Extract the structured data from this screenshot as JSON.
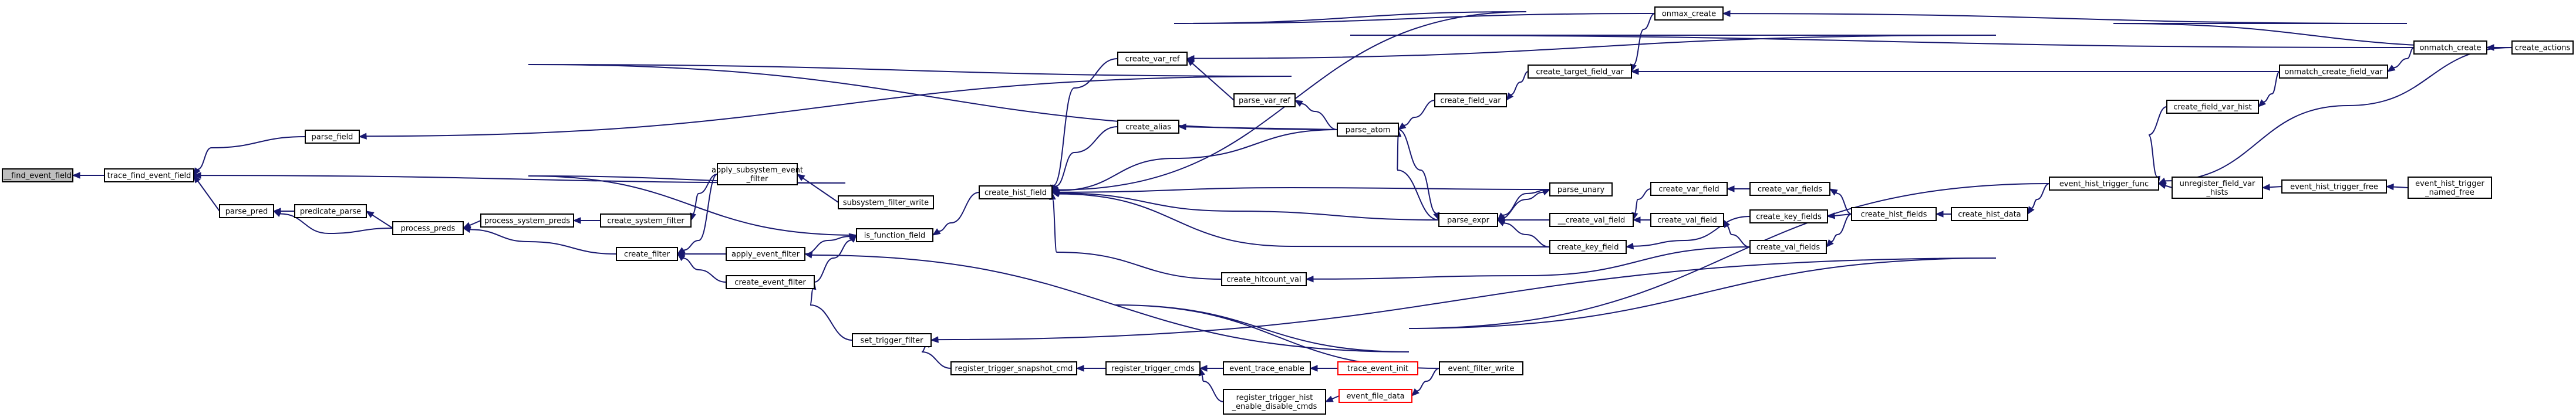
{
  "graph": {
    "nodes": [
      {
        "id": "n0",
        "label": [
          "__find_event_field"
        ],
        "style": "root"
      },
      {
        "id": "n1",
        "label": [
          "trace_find_event_field"
        ]
      },
      {
        "id": "n2",
        "label": [
          "parse_field"
        ]
      },
      {
        "id": "n3",
        "label": [
          "parse_pred"
        ]
      },
      {
        "id": "n4",
        "label": [
          "predicate_parse"
        ]
      },
      {
        "id": "n5",
        "label": [
          "process_preds"
        ]
      },
      {
        "id": "n6",
        "label": [
          "process_system_preds"
        ]
      },
      {
        "id": "n7",
        "label": [
          "create_system_filter"
        ]
      },
      {
        "id": "n8",
        "label": [
          "create_filter"
        ]
      },
      {
        "id": "n9",
        "label": [
          "apply_subsystem_event",
          "_filter"
        ]
      },
      {
        "id": "n10",
        "label": [
          "subsystem_filter_write"
        ]
      },
      {
        "id": "n11",
        "label": [
          "is_function_field"
        ]
      },
      {
        "id": "n12",
        "label": [
          "apply_event_filter"
        ]
      },
      {
        "id": "n13",
        "label": [
          "create_event_filter"
        ]
      },
      {
        "id": "n14",
        "label": [
          "set_trigger_filter"
        ]
      },
      {
        "id": "n15",
        "label": [
          "register_trigger_snapshot_cmd"
        ]
      },
      {
        "id": "n16",
        "label": [
          "register_trigger_cmds"
        ]
      },
      {
        "id": "n17",
        "label": [
          "event_trace_enable"
        ]
      },
      {
        "id": "n18",
        "label": [
          "trace_event_init"
        ],
        "style": "red"
      },
      {
        "id": "n19",
        "label": [
          "register_trigger_hist",
          "_enable_disable_cmds"
        ]
      },
      {
        "id": "n20",
        "label": [
          "event_filter_write"
        ]
      },
      {
        "id": "n21",
        "label": [
          "event_file_data"
        ],
        "style": "red"
      },
      {
        "id": "n22",
        "label": [
          "create_hist_field"
        ]
      },
      {
        "id": "n23",
        "label": [
          "create_var_ref"
        ]
      },
      {
        "id": "n24",
        "label": [
          "create_alias"
        ]
      },
      {
        "id": "n25",
        "label": [
          "parse_var_ref"
        ]
      },
      {
        "id": "n26",
        "label": [
          "parse_atom"
        ]
      },
      {
        "id": "n27",
        "label": [
          "onmax_create"
        ]
      },
      {
        "id": "n28",
        "label": [
          "create_field_var"
        ]
      },
      {
        "id": "n29",
        "label": [
          "create_target_field_var"
        ]
      },
      {
        "id": "n30",
        "label": [
          "parse_unary"
        ]
      },
      {
        "id": "n31",
        "label": [
          "parse_expr"
        ]
      },
      {
        "id": "n32",
        "label": [
          "__create_val_field"
        ]
      },
      {
        "id": "n33",
        "label": [
          "create_key_field"
        ]
      },
      {
        "id": "n34",
        "label": [
          "create_var_field"
        ]
      },
      {
        "id": "n35",
        "label": [
          "create_val_field"
        ]
      },
      {
        "id": "n36",
        "label": [
          "create_var_fields"
        ]
      },
      {
        "id": "n37",
        "label": [
          "create_key_fields"
        ]
      },
      {
        "id": "n38",
        "label": [
          "create_val_fields"
        ]
      },
      {
        "id": "n39",
        "label": [
          "create_hist_fields"
        ]
      },
      {
        "id": "n40",
        "label": [
          "create_hist_data"
        ]
      },
      {
        "id": "n41",
        "label": [
          "create_hitcount_val"
        ]
      },
      {
        "id": "n42",
        "label": [
          "event_hist_trigger_func"
        ]
      },
      {
        "id": "n43",
        "label": [
          "create_field_var_hist"
        ]
      },
      {
        "id": "n44",
        "label": [
          "onmatch_create_field_var"
        ]
      },
      {
        "id": "n45",
        "label": [
          "onmatch_create"
        ]
      },
      {
        "id": "n46",
        "label": [
          "create_actions"
        ]
      },
      {
        "id": "n47",
        "label": [
          "unregister_field_var",
          "_hists"
        ]
      },
      {
        "id": "n48",
        "label": [
          "event_hist_trigger_free"
        ]
      },
      {
        "id": "n49",
        "label": [
          "event_hist_trigger",
          "_named_free"
        ]
      }
    ],
    "edges": [
      {
        "from": "n1",
        "to": "n0"
      },
      {
        "from": "n2",
        "to": "n1"
      },
      {
        "from": "n3",
        "to": "n1"
      },
      {
        "from": "n11",
        "to": "n1"
      },
      {
        "from": "n26",
        "to": "n2"
      },
      {
        "from": "n4",
        "to": "n3"
      },
      {
        "from": "n5",
        "to": "n3"
      },
      {
        "from": "n5",
        "to": "n4"
      },
      {
        "from": "n6",
        "to": "n5"
      },
      {
        "from": "n8",
        "to": "n5"
      },
      {
        "from": "n7",
        "to": "n6"
      },
      {
        "from": "n9",
        "to": "n7"
      },
      {
        "from": "n9",
        "to": "n8"
      },
      {
        "from": "n12",
        "to": "n8"
      },
      {
        "from": "n13",
        "to": "n8"
      },
      {
        "from": "n10",
        "to": "n9"
      },
      {
        "from": "n22",
        "to": "n11"
      },
      {
        "from": "n12",
        "to": "n11"
      },
      {
        "from": "n13",
        "to": "n11"
      },
      {
        "from": "n20",
        "to": "n12"
      },
      {
        "from": "n14",
        "to": "n13"
      },
      {
        "from": "n15",
        "to": "n14"
      },
      {
        "from": "n42",
        "to": "n14"
      },
      {
        "from": "n16",
        "to": "n15"
      },
      {
        "from": "n17",
        "to": "n16"
      },
      {
        "from": "n19",
        "to": "n16"
      },
      {
        "from": "n18",
        "to": "n17"
      },
      {
        "from": "n21",
        "to": "n19"
      },
      {
        "from": "n20",
        "to": "n21"
      },
      {
        "from": "n27",
        "to": "n22"
      },
      {
        "from": "n23",
        "to": "n22"
      },
      {
        "from": "n24",
        "to": "n22"
      },
      {
        "from": "n26",
        "to": "n22"
      },
      {
        "from": "n31",
        "to": "n22"
      },
      {
        "from": "n30",
        "to": "n22"
      },
      {
        "from": "n33",
        "to": "n22"
      },
      {
        "from": "n41",
        "to": "n22"
      },
      {
        "from": "n25",
        "to": "n23"
      },
      {
        "from": "n45",
        "to": "n23"
      },
      {
        "from": "n26",
        "to": "n24"
      },
      {
        "from": "n26",
        "to": "n25"
      },
      {
        "from": "n31",
        "to": "n26"
      },
      {
        "from": "n28",
        "to": "n26"
      },
      {
        "from": "n46",
        "to": "n27"
      },
      {
        "from": "n29",
        "to": "n28"
      },
      {
        "from": "n27",
        "to": "n29"
      },
      {
        "from": "n44",
        "to": "n29"
      },
      {
        "from": "n31",
        "to": "n30"
      },
      {
        "from": "n26",
        "to": "n31"
      },
      {
        "from": "n30",
        "to": "n31"
      },
      {
        "from": "n32",
        "to": "n31"
      },
      {
        "from": "n33",
        "to": "n31"
      },
      {
        "from": "n34",
        "to": "n32"
      },
      {
        "from": "n35",
        "to": "n32"
      },
      {
        "from": "n37",
        "to": "n33"
      },
      {
        "from": "n36",
        "to": "n34"
      },
      {
        "from": "n38",
        "to": "n35"
      },
      {
        "from": "n39",
        "to": "n36"
      },
      {
        "from": "n39",
        "to": "n37"
      },
      {
        "from": "n39",
        "to": "n38"
      },
      {
        "from": "n38",
        "to": "n41"
      },
      {
        "from": "n40",
        "to": "n39"
      },
      {
        "from": "n42",
        "to": "n40"
      },
      {
        "from": "n43",
        "to": "n42"
      },
      {
        "from": "n46",
        "to": "n42"
      },
      {
        "from": "n47",
        "to": "n42"
      },
      {
        "from": "n44",
        "to": "n43"
      },
      {
        "from": "n45",
        "to": "n44"
      },
      {
        "from": "n46",
        "to": "n45"
      },
      {
        "from": "n48",
        "to": "n47"
      },
      {
        "from": "n49",
        "to": "n48"
      }
    ]
  },
  "colors": {
    "edge": "#191970",
    "node_border": "#000000",
    "root_fill": "#bfbfbf",
    "highlight_border": "#ff0000",
    "background": "#ffffff"
  }
}
